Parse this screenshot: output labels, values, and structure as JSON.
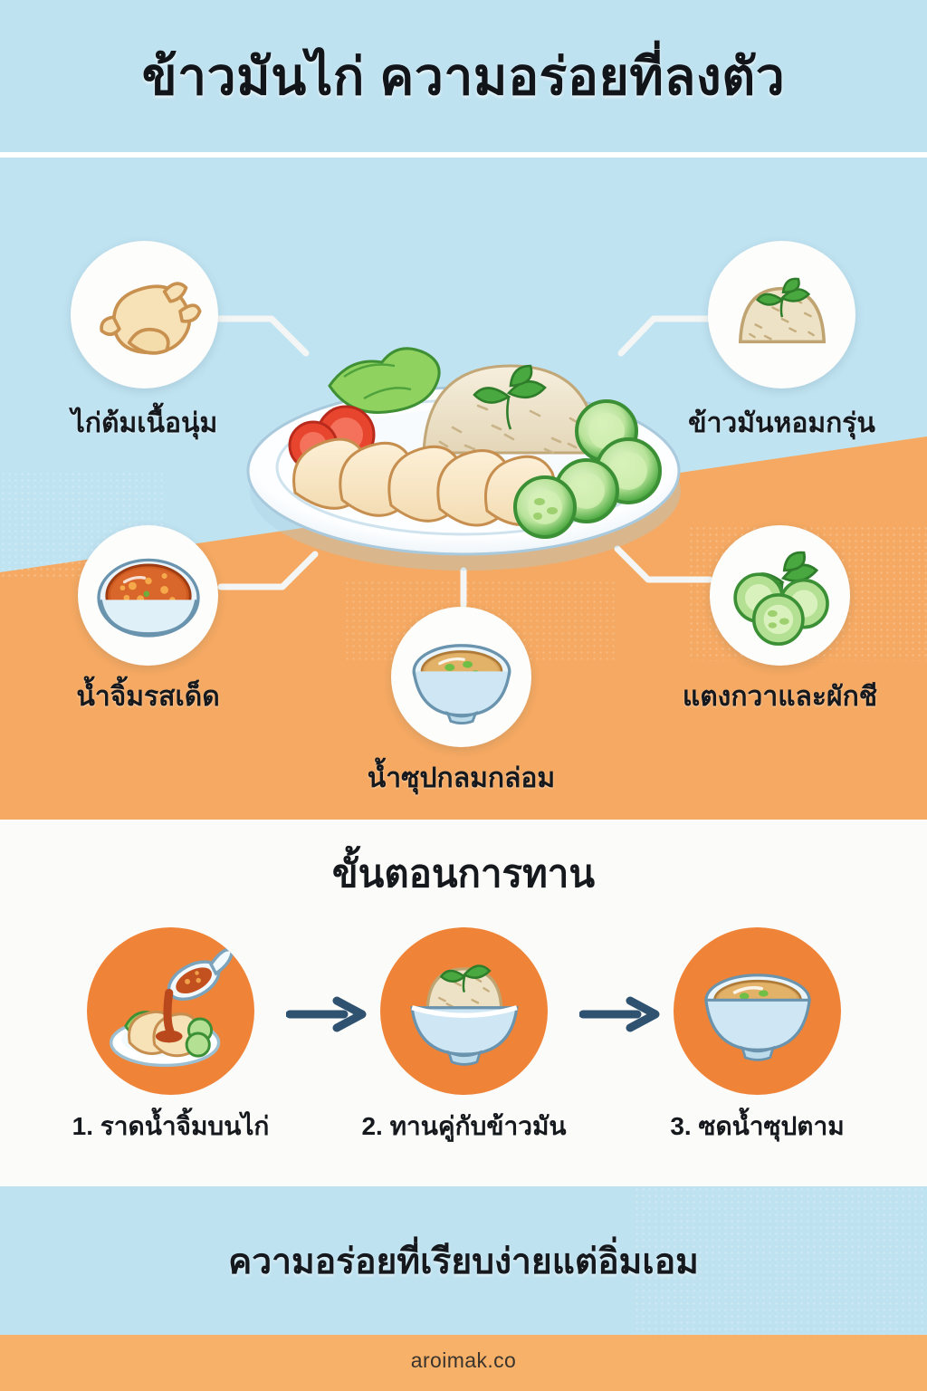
{
  "header": {
    "title": "ข้าวมันไก่ ความอร่อยที่ลงตัว"
  },
  "hero": {
    "dish_name": "ข้าวมันไก่",
    "components": [
      "rice-mound",
      "sliced-chicken",
      "cucumber-slices",
      "tomato-slices",
      "lettuce",
      "cilantro"
    ]
  },
  "features": [
    {
      "id": "boiled-chicken",
      "label": "ไก่ต้มเนื้อนุ่ม",
      "icon": "whole-chicken-icon"
    },
    {
      "id": "fragrant-rice",
      "label": "ข้าวมันหอมกรุ่น",
      "icon": "rice-mound-icon"
    },
    {
      "id": "dipping-sauce",
      "label": "น้ำจิ้มรสเด็ด",
      "icon": "sauce-bowl-icon"
    },
    {
      "id": "cucumber-herbs",
      "label": "แตงกวาและผักชี",
      "icon": "cucumber-slices-icon"
    },
    {
      "id": "clear-soup",
      "label": "น้ำซุปกลมกล่อม",
      "icon": "soup-bowl-icon"
    }
  ],
  "steps_section": {
    "heading": "ขั้นตอนการทาน",
    "steps": [
      {
        "label": "1. ราดน้ำจิ้มบนไก่",
        "icon": "spoon-pouring-sauce-icon"
      },
      {
        "label": "2. ทานคู่กับข้าวมัน",
        "icon": "rice-bowl-icon"
      },
      {
        "label": "3. ซดน้ำซุปตาม",
        "icon": "soup-bowl-icon"
      }
    ],
    "arrow_icon": "arrow-right-icon"
  },
  "footer": {
    "tagline": "ความอร่อยที่เรียบง่ายแต่อิ่มเอม",
    "site": "aroimak.co"
  },
  "colors": {
    "sky_blue": "#c0e3f1",
    "orange_band": "#f5a962",
    "step_circle_orange": "#ef8337",
    "footer_orange": "#f7b169",
    "white_section": "#fbfbf9",
    "arrow_navy": "#2e5270",
    "text_dark": "#15181c"
  }
}
